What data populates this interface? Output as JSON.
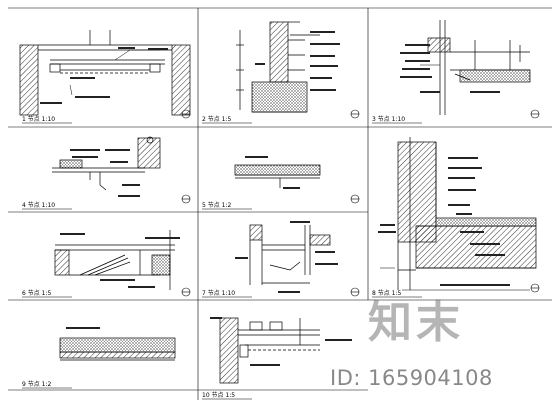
{
  "sheet": {
    "title": "",
    "panels": [
      {
        "id": 1,
        "number": "1",
        "name": "节点",
        "scale": "1:10"
      },
      {
        "id": 2,
        "number": "2",
        "name": "节点",
        "scale": "1:5"
      },
      {
        "id": 3,
        "number": "3",
        "name": "节点",
        "scale": "1:10"
      },
      {
        "id": 4,
        "number": "4",
        "name": "节点",
        "scale": "1:10"
      },
      {
        "id": 5,
        "number": "5",
        "name": "节点",
        "scale": "1:2"
      },
      {
        "id": 6,
        "number": "6",
        "name": "节点",
        "scale": "1:5"
      },
      {
        "id": 7,
        "number": "7",
        "name": "节点",
        "scale": "1:10"
      },
      {
        "id": 8,
        "number": "8",
        "name": "节点",
        "scale": "1:5"
      },
      {
        "id": 9,
        "number": "9",
        "name": "节点",
        "scale": "1:2"
      },
      {
        "id": 10,
        "number": "10",
        "name": "节点",
        "scale": "1:5"
      }
    ]
  },
  "watermark": {
    "text": "知末",
    "id_text": "ID: 165904108",
    "color": "#7a7a7a"
  },
  "colors": {
    "line": "#000000",
    "hatch": "#000000",
    "background": "#ffffff"
  }
}
